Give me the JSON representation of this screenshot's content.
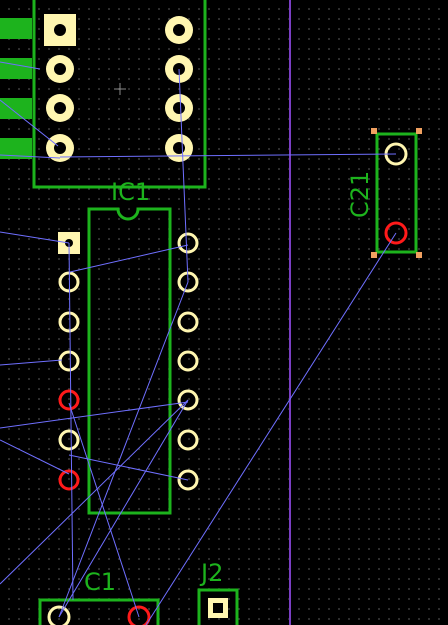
{
  "canvas": {
    "background": "#000000",
    "grid_color": "#3a3a3a",
    "ratsnest_color": "#6f6fff",
    "outline_color": "#1db31d",
    "pad_color": "#fff6b0",
    "bad_pad_color": "#ff1a1a",
    "board_edge_color": "#7b3fc4",
    "cursor_icon": "crosshair-icon"
  },
  "components": {
    "ic1": {
      "label": "IC1"
    },
    "c21": {
      "label": "C21"
    },
    "c1": {
      "label": "C1"
    },
    "j2": {
      "label": "J2"
    }
  }
}
